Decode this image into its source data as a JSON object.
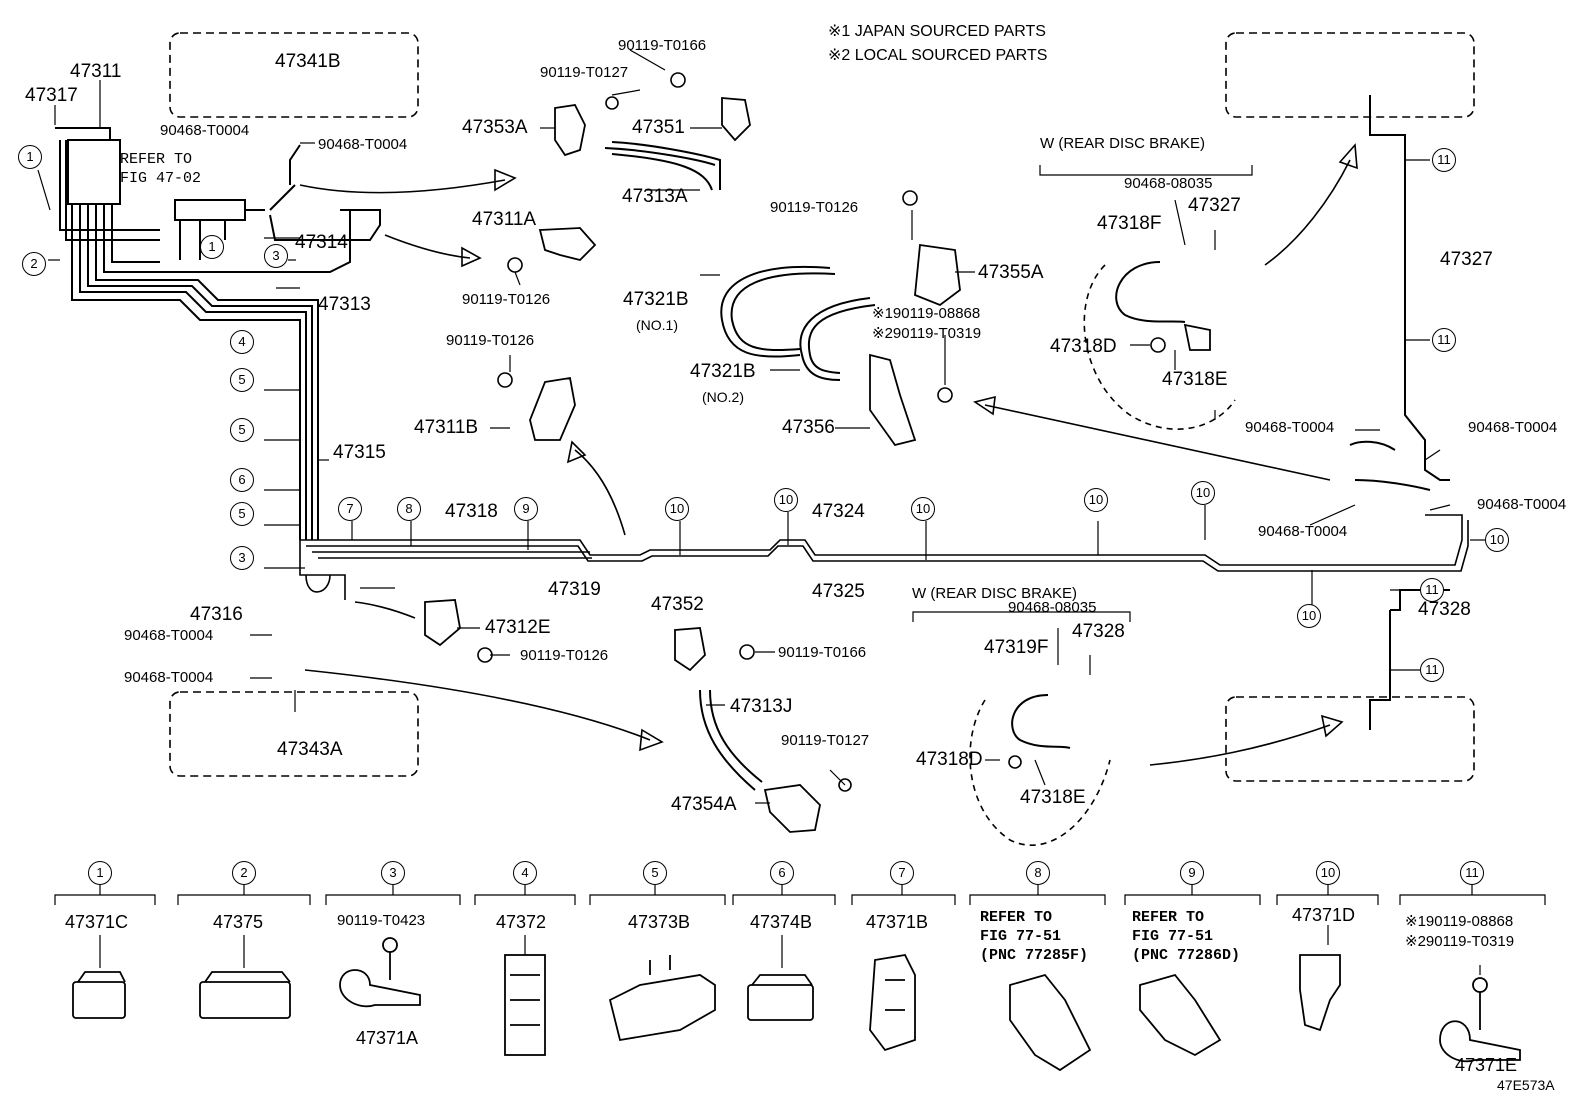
{
  "notes": [
    "※1 JAPAN SOURCED PARTS",
    "※2 LOCAL SOURCED PARTS"
  ],
  "diagram_id": "47E573A",
  "refer_fig_47": "REFER TO\nFIG 47-02",
  "rear_disc_brake": "W (REAR DISC BRAKE)",
  "no1": "(NO.1)",
  "no2": "(NO.2)",
  "parts": [
    "47311",
    "47317",
    "47341B",
    "90468-T0004",
    "90468-T0004",
    "90119-T0166",
    "90119-T0127",
    "47353A",
    "47351",
    "47313A",
    "47311A",
    "47314",
    "47313",
    "90119-T0126",
    "47321B",
    "47321B",
    "90119-T0126",
    "47355A",
    "※190119-08868",
    "※290119-T0319",
    "47356",
    "90119-T0126",
    "47311B",
    "47315",
    "47318",
    "47319",
    "47324",
    "47325",
    "47316",
    "90468-T0004",
    "90468-T0004",
    "47343A",
    "47312E",
    "90119-T0126",
    "47352",
    "90119-T0166",
    "47313J",
    "90119-T0127",
    "47354A",
    "90468-08035",
    "47318F",
    "47327",
    "47318D",
    "47318E",
    "47327",
    "90468-T0004",
    "90468-T0004",
    "90468-T0004",
    "90468-T0004",
    "47328",
    "90468-08035",
    "47319F",
    "47328",
    "47318D",
    "47318E"
  ],
  "callouts": [
    "1",
    "1",
    "2",
    "3",
    "4",
    "5",
    "5",
    "6",
    "5",
    "3",
    "7",
    "8",
    "9",
    "10",
    "10",
    "10",
    "10",
    "10",
    "10",
    "10",
    "11",
    "11",
    "11",
    "11"
  ],
  "legend": [
    {
      "num": "1",
      "part": "47371C"
    },
    {
      "num": "2",
      "part": "47375"
    },
    {
      "num": "3",
      "part": "90119-T0423",
      "sub": "47371A"
    },
    {
      "num": "4",
      "part": "47372"
    },
    {
      "num": "5",
      "part": "47373B"
    },
    {
      "num": "6",
      "part": "47374B"
    },
    {
      "num": "7",
      "part": "47371B"
    },
    {
      "num": "8",
      "ref": "REFER TO\nFIG 77-51\n(PNC 77285F)"
    },
    {
      "num": "9",
      "ref": "REFER TO\nFIG 77-51\n(PNC 77286D)"
    },
    {
      "num": "10",
      "part": "47371D"
    },
    {
      "num": "11",
      "part": "※190119-08868",
      "part2": "※290119-T0319",
      "sub": "47371E"
    }
  ]
}
